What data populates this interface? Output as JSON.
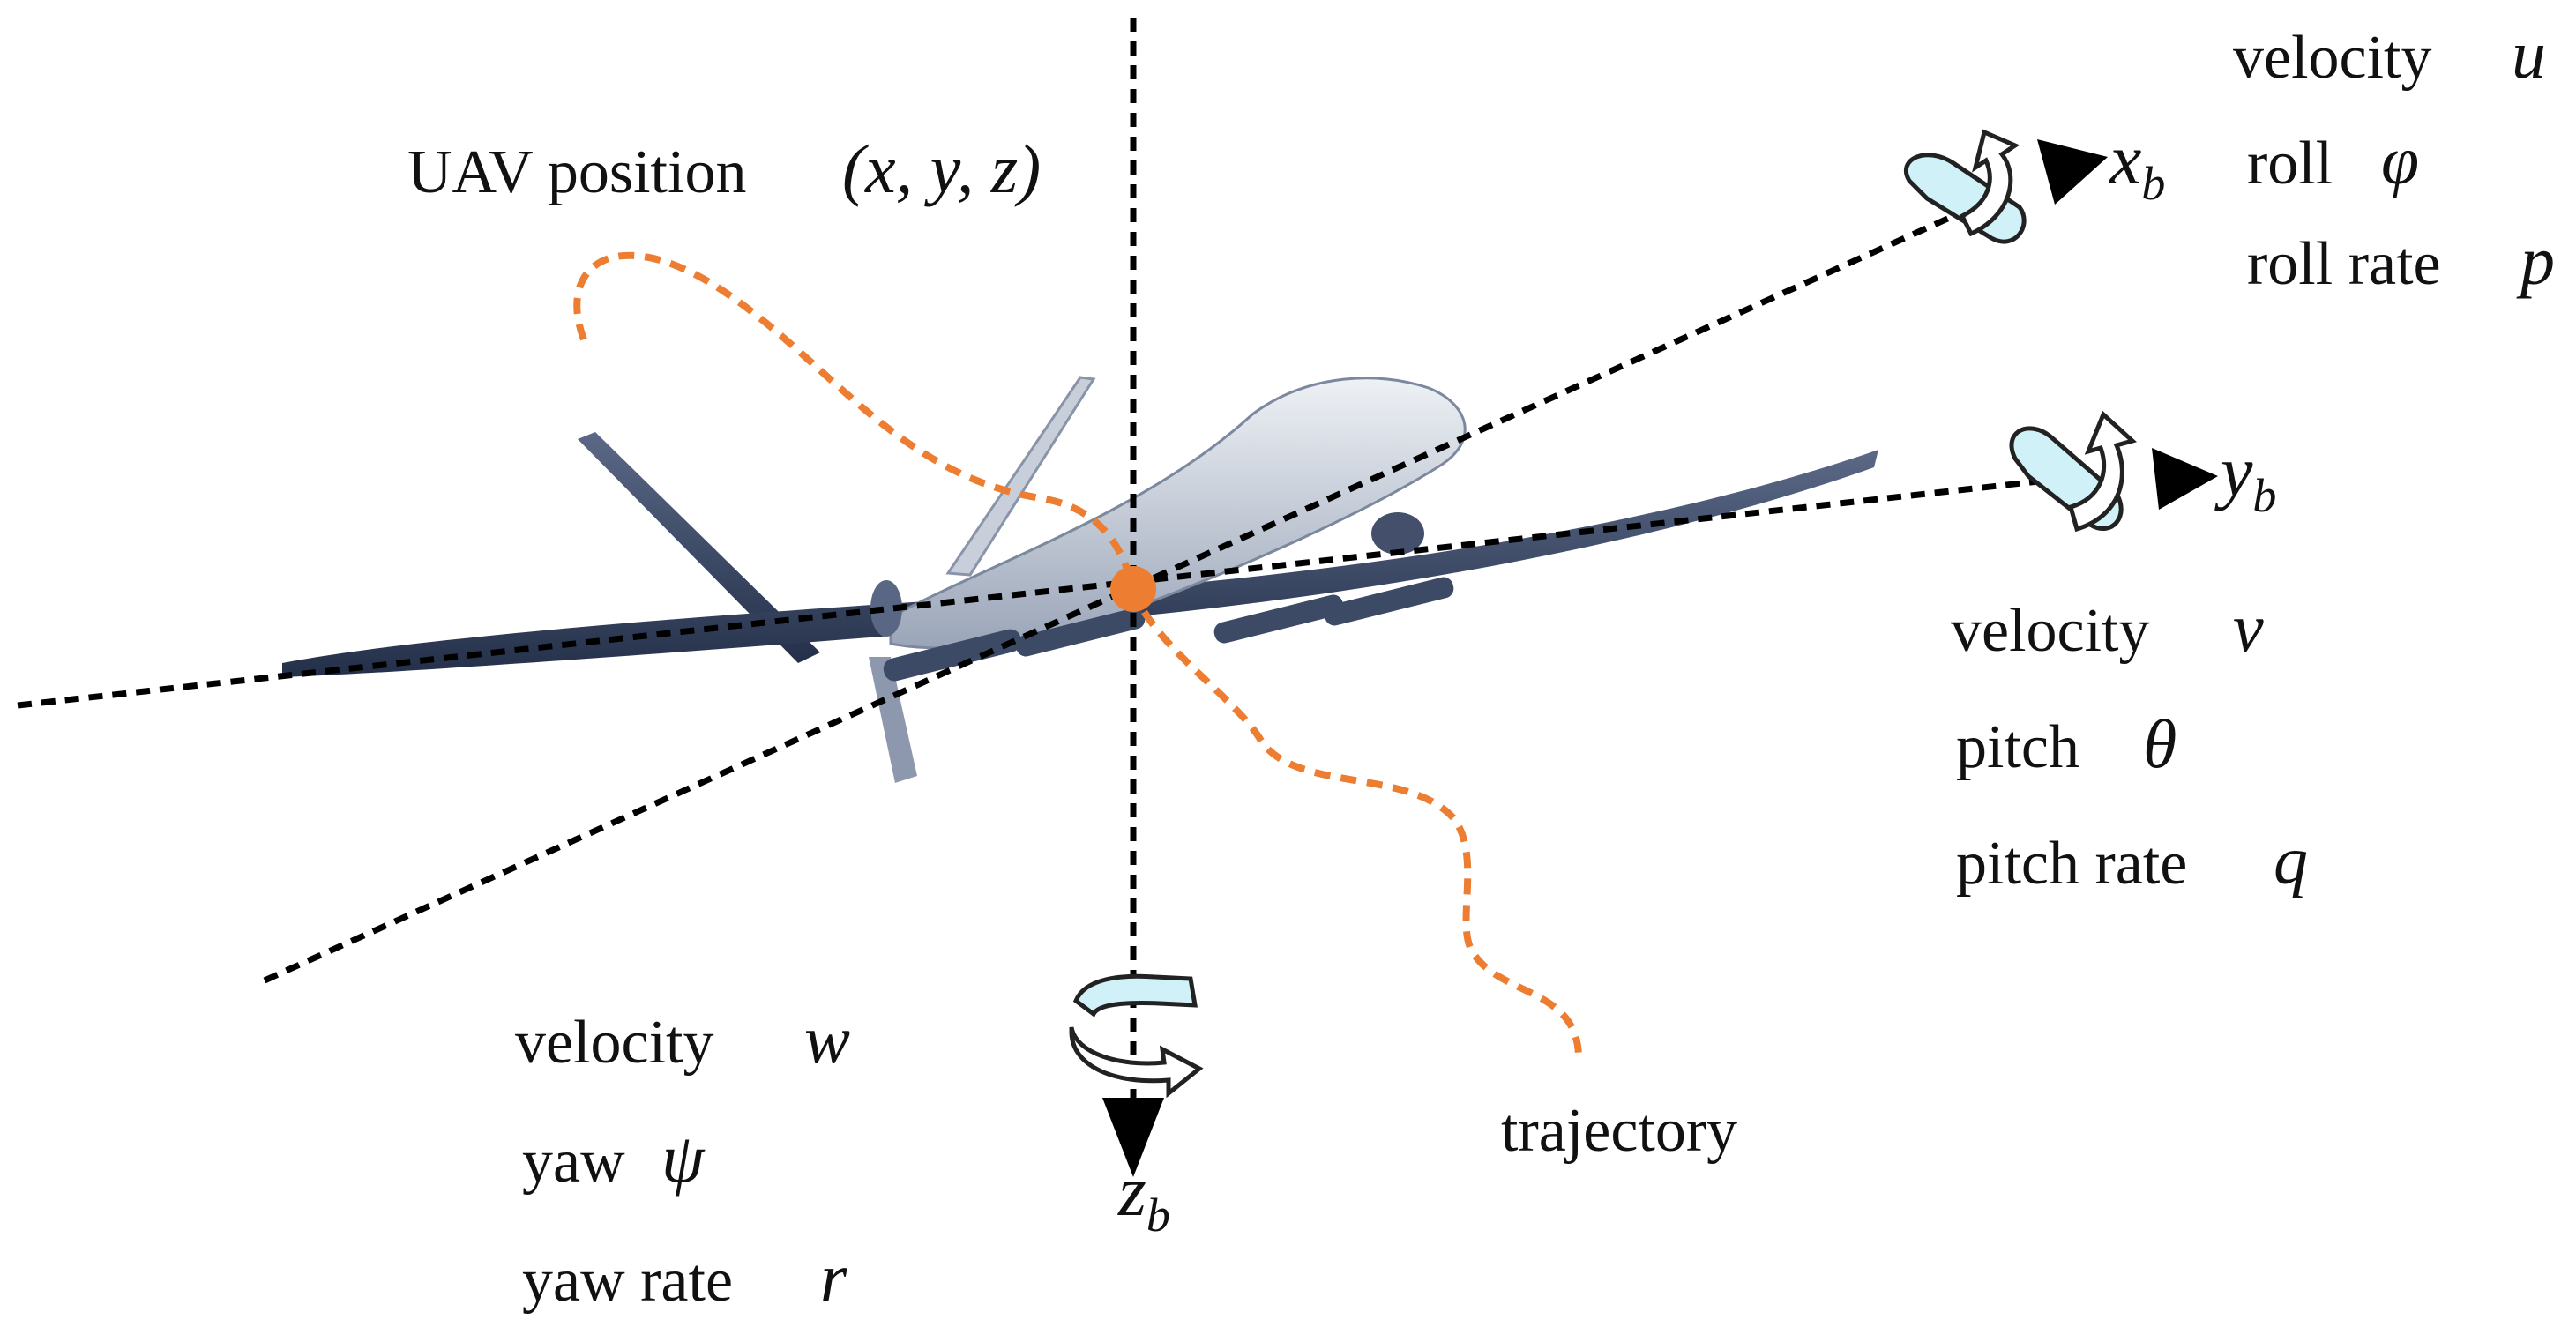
{
  "colors": {
    "axis": "#000000",
    "trajectory": "#ED7D31",
    "origin": "#ED7D31",
    "rotation_fill": "#CFF1F7",
    "rotation_stroke": "#222222",
    "uav_body": "#D2D8E2",
    "uav_shadow": "#3C4A66"
  },
  "icons": {
    "uav": "uav-drone-illustration",
    "rotation": "curved-rotation-arrow-icon"
  },
  "position": {
    "label": "UAV position",
    "symbol": "(x, y, z)"
  },
  "axes": {
    "x": {
      "letter": "x",
      "subscript": "b"
    },
    "y": {
      "letter": "y",
      "subscript": "b"
    },
    "z": {
      "letter": "z",
      "subscript": "b"
    }
  },
  "x_states": {
    "velocity": "velocity",
    "velocity_symbol": "u",
    "angle": "roll",
    "angle_symbol": "φ",
    "rate": "roll rate",
    "rate_symbol": "p"
  },
  "y_states": {
    "velocity": "velocity",
    "velocity_symbol": "v",
    "angle": "pitch",
    "angle_symbol": "θ",
    "rate": "pitch rate",
    "rate_symbol": "q"
  },
  "z_states": {
    "velocity": "velocity",
    "velocity_symbol": "w",
    "angle": "yaw",
    "angle_symbol": "ψ",
    "rate": "yaw rate",
    "rate_symbol": "r"
  },
  "trajectory_label": "trajectory"
}
